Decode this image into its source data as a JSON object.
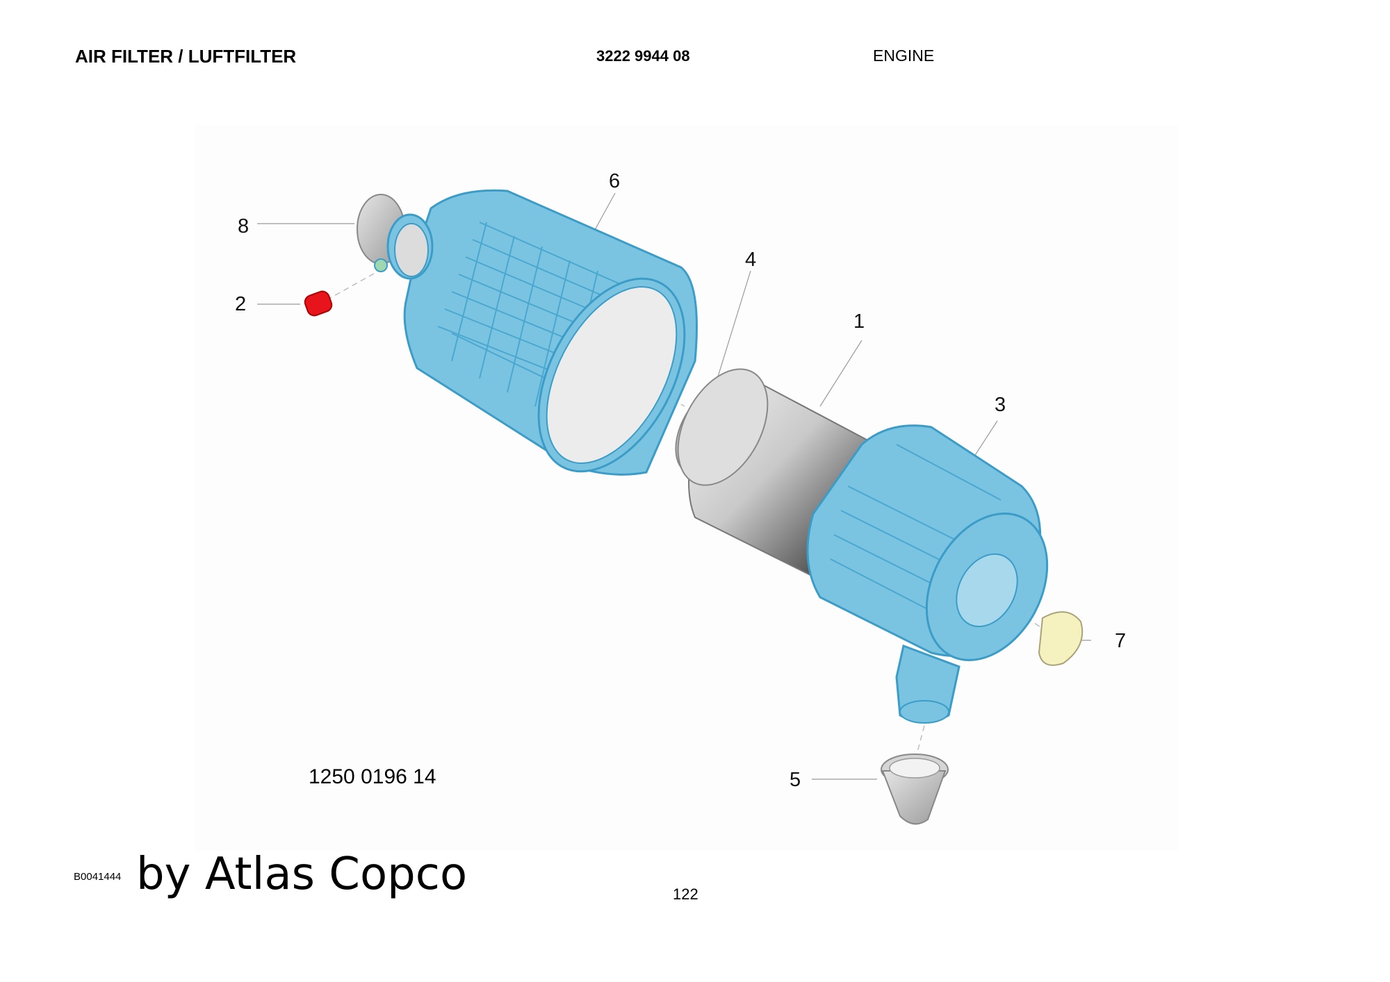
{
  "header": {
    "title": "AIR FILTER / LUFTFILTER",
    "document_number": "3222 9944 08",
    "section": "ENGINE"
  },
  "callouts": [
    "1",
    "2",
    "3",
    "4",
    "5",
    "6",
    "7",
    "8"
  ],
  "assembly_part_number": "1250 0196 14",
  "footer": {
    "reference_code": "B0041444",
    "brand": "by Atlas Copco",
    "page_number": "122"
  },
  "colors": {
    "housing": "#7ac4e2",
    "housing_stroke": "#3b9cc7",
    "cap": "#e8141b",
    "valve_disc": "#f5f2c0",
    "filter_light": "#f2f2f2",
    "filter_dark": "#2a2a2a",
    "grey_part": "#cfcfcf"
  }
}
